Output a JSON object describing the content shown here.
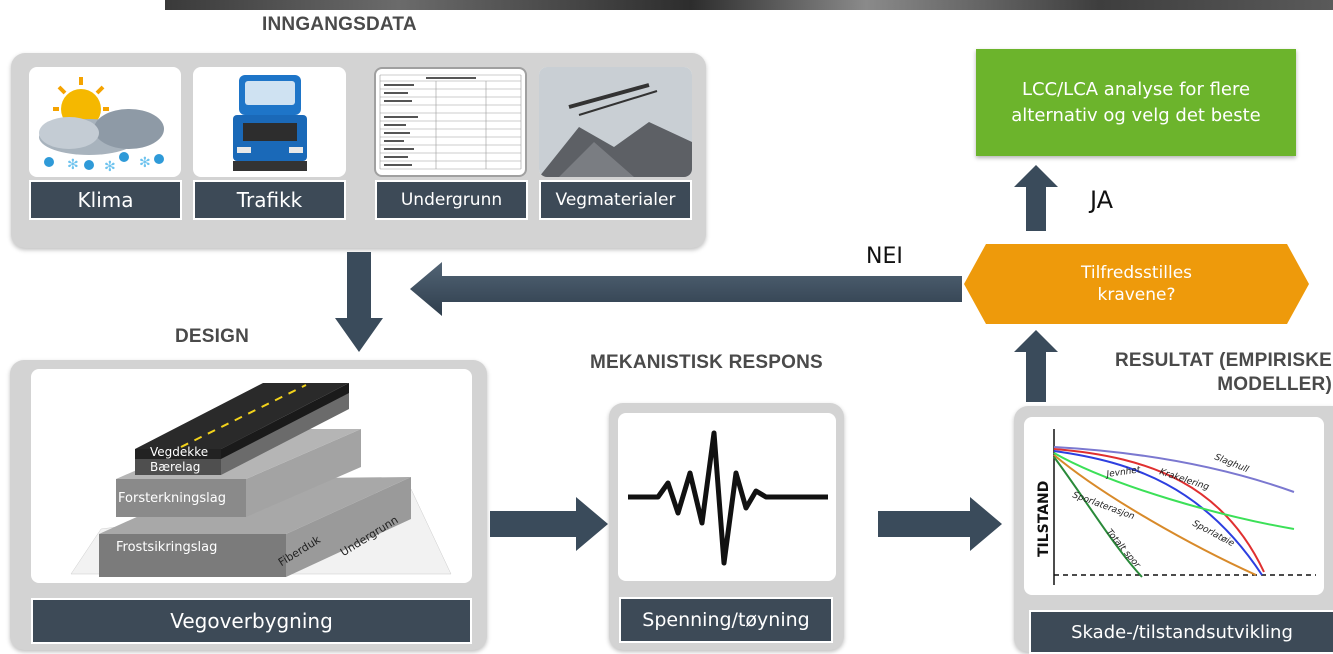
{
  "headings": {
    "inngangsdata": "INNGANGSDATA",
    "design": "DESIGN",
    "mekanistisk": "MEKANISTISK RESPONS",
    "resultat_line1": "RESULTAT (EMPIRISKE",
    "resultat_line2": "MODELLER)"
  },
  "inputs": {
    "klima": "Klima",
    "trafikk": "Trafikk",
    "undergrunn": "Undergrunn",
    "vegmaterialer": "Vegmaterialer"
  },
  "lcc_box": {
    "line1": "LCC/LCA analyse for flere",
    "line2": "alternativ og velg det beste"
  },
  "decision": {
    "line1": "Tilfredsstilles",
    "line2": "kravene?",
    "yes": "JA",
    "no": "NEI"
  },
  "design": {
    "label": "Vegoverbygning",
    "layers": [
      "Vegdekke",
      "Bærelag",
      "Forsterkningslag",
      "Frostsikringslag",
      "Fiberduk",
      "Undergrunn"
    ]
  },
  "response": {
    "label": "Spenning/tøyning"
  },
  "result": {
    "label": "Skade-/tilstandsutvikling",
    "axis": "TILSTAND",
    "curves": [
      "Slaghull",
      "Krakelering",
      "Jevnhet",
      "Sporlaterasjon",
      "Sporlatøie",
      "Totalt spor"
    ]
  },
  "colors": {
    "panel": "#d3d3d3",
    "label_box": "#3d4a57",
    "arrow": "#3a4b5b",
    "green": "#6cb42c",
    "orange": "#ee9a0b"
  }
}
